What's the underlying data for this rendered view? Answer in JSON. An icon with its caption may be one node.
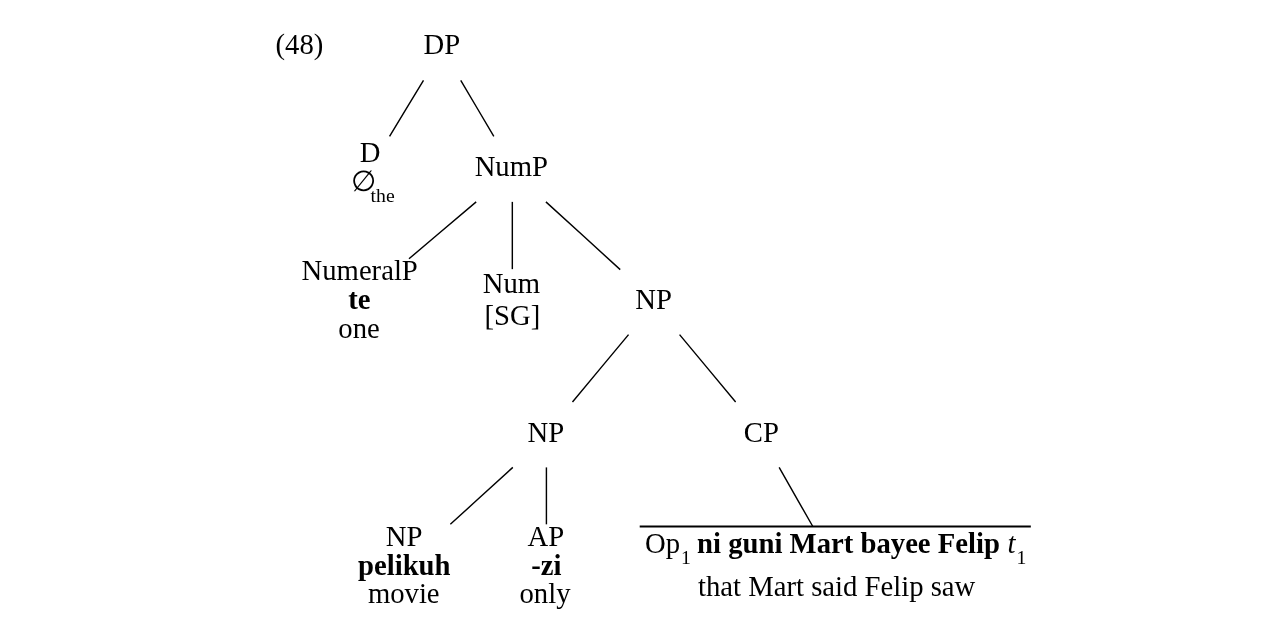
{
  "diagram": {
    "nodes": [
      {
        "text": [
          "DP"
        ]
      },
      {
        "text": [
          "D",
          "∅$_{the}$"
        ]
      },
      {
        "text": [
          "NumP"
        ]
      },
      {
        "text": [
          "NumeralP",
          "te",
          "one"
        ]
      },
      {
        "text": [
          "Num",
          "[SG]"
        ]
      },
      {
        "text": [
          "NP"
        ]
      },
      {
        "text": [
          "NP"
        ]
      },
      {
        "text": [
          "CP"
        ]
      },
      {
        "text": [
          "NP",
          "pelikuh",
          "movie"
        ]
      },
      {
        "text": [
          "AP",
          "-zi",
          "only"
        ]
      },
      {
        "text": [
          "Op$_{1}$ **ni guni Mart bayee Felip** *t*$_{1}$",
          "that Mart said Felip saw"
        ]
      }
    ],
    "edges": [
      {
        "from": 0,
        "to": 1,
        "arrow": "none"
      },
      {
        "from": 0,
        "to": 2,
        "arrow": "none"
      },
      {
        "from": 2,
        "to": 3,
        "arrow": "none"
      },
      {
        "from": 2,
        "to": 4,
        "arrow": "none"
      },
      {
        "from": 2,
        "to": 5,
        "arrow": "none"
      },
      {
        "from": 5,
        "to": 6,
        "arrow": "none"
      },
      {
        "from": 5,
        "to": 7,
        "arrow": "none"
      },
      {
        "from": 6,
        "to": 8,
        "arrow": "none"
      },
      {
        "from": 6,
        "to": 9,
        "arrow": "none"
      },
      {
        "from": 7,
        "to": 10,
        "arrow": "none"
      }
    ],
    "labels": [
      "(48)"
    ]
  }
}
